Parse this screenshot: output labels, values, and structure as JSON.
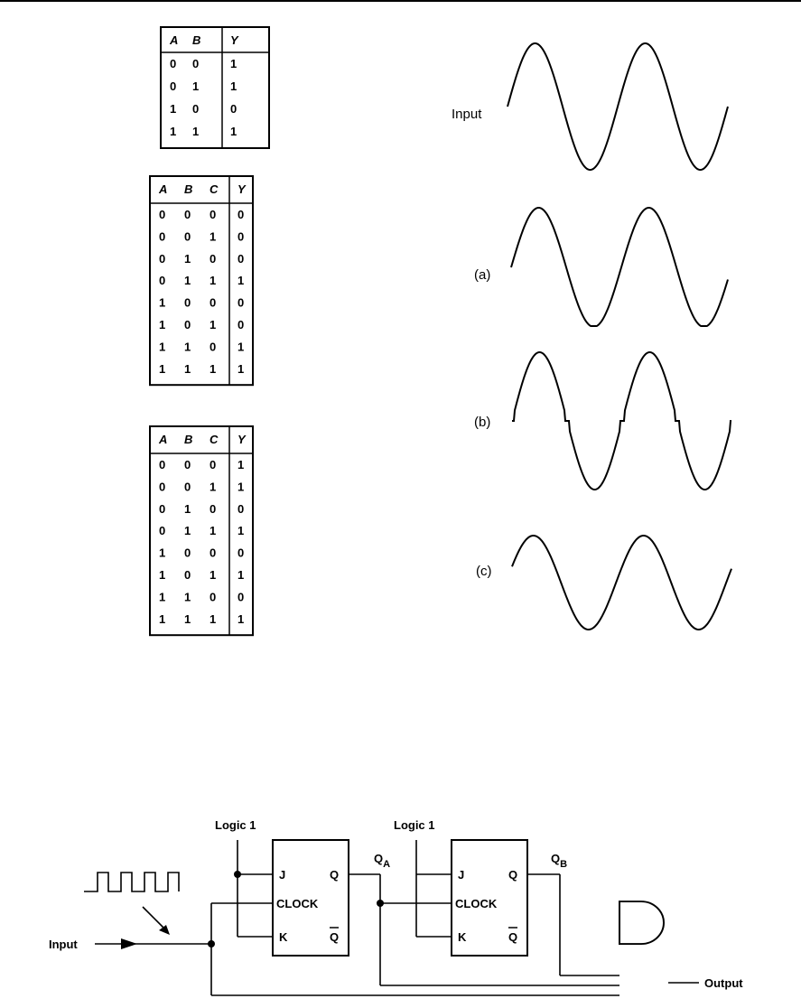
{
  "truth_tables": [
    {
      "headers": [
        "A",
        "B",
        "Y"
      ],
      "rows": [
        [
          "0",
          "0",
          "1"
        ],
        [
          "0",
          "1",
          "1"
        ],
        [
          "1",
          "0",
          "0"
        ],
        [
          "1",
          "1",
          "1"
        ]
      ]
    },
    {
      "headers": [
        "A",
        "B",
        "C",
        "Y"
      ],
      "rows": [
        [
          "0",
          "0",
          "0",
          "0"
        ],
        [
          "0",
          "0",
          "1",
          "0"
        ],
        [
          "0",
          "1",
          "0",
          "0"
        ],
        [
          "0",
          "1",
          "1",
          "1"
        ],
        [
          "1",
          "0",
          "0",
          "0"
        ],
        [
          "1",
          "0",
          "1",
          "0"
        ],
        [
          "1",
          "1",
          "0",
          "1"
        ],
        [
          "1",
          "1",
          "1",
          "1"
        ]
      ]
    },
    {
      "headers": [
        "A",
        "B",
        "C",
        "Y"
      ],
      "rows": [
        [
          "0",
          "0",
          "0",
          "1"
        ],
        [
          "0",
          "0",
          "1",
          "1"
        ],
        [
          "0",
          "1",
          "0",
          "0"
        ],
        [
          "0",
          "1",
          "1",
          "1"
        ],
        [
          "1",
          "0",
          "0",
          "0"
        ],
        [
          "1",
          "0",
          "1",
          "1"
        ],
        [
          "1",
          "1",
          "0",
          "0"
        ],
        [
          "1",
          "1",
          "1",
          "1"
        ]
      ]
    }
  ],
  "waveforms": {
    "input_label": "Input",
    "a_label": "(a)",
    "b_label": "(b)",
    "c_label": "(c)"
  },
  "circuit": {
    "input_label": "Input",
    "output_label": "Output",
    "logic1_left": "Logic 1",
    "logic1_right": "Logic 1",
    "ff1": {
      "j": "J",
      "clock": "CLOCK",
      "k": "K",
      "q": "Q",
      "qbar": "Q"
    },
    "ff2": {
      "j": "J",
      "clock": "CLOCK",
      "k": "K",
      "q": "Q",
      "qbar": "Q"
    },
    "qa_main": "Q",
    "qa_sub": "A",
    "qb_main": "Q",
    "qb_sub": "B"
  }
}
